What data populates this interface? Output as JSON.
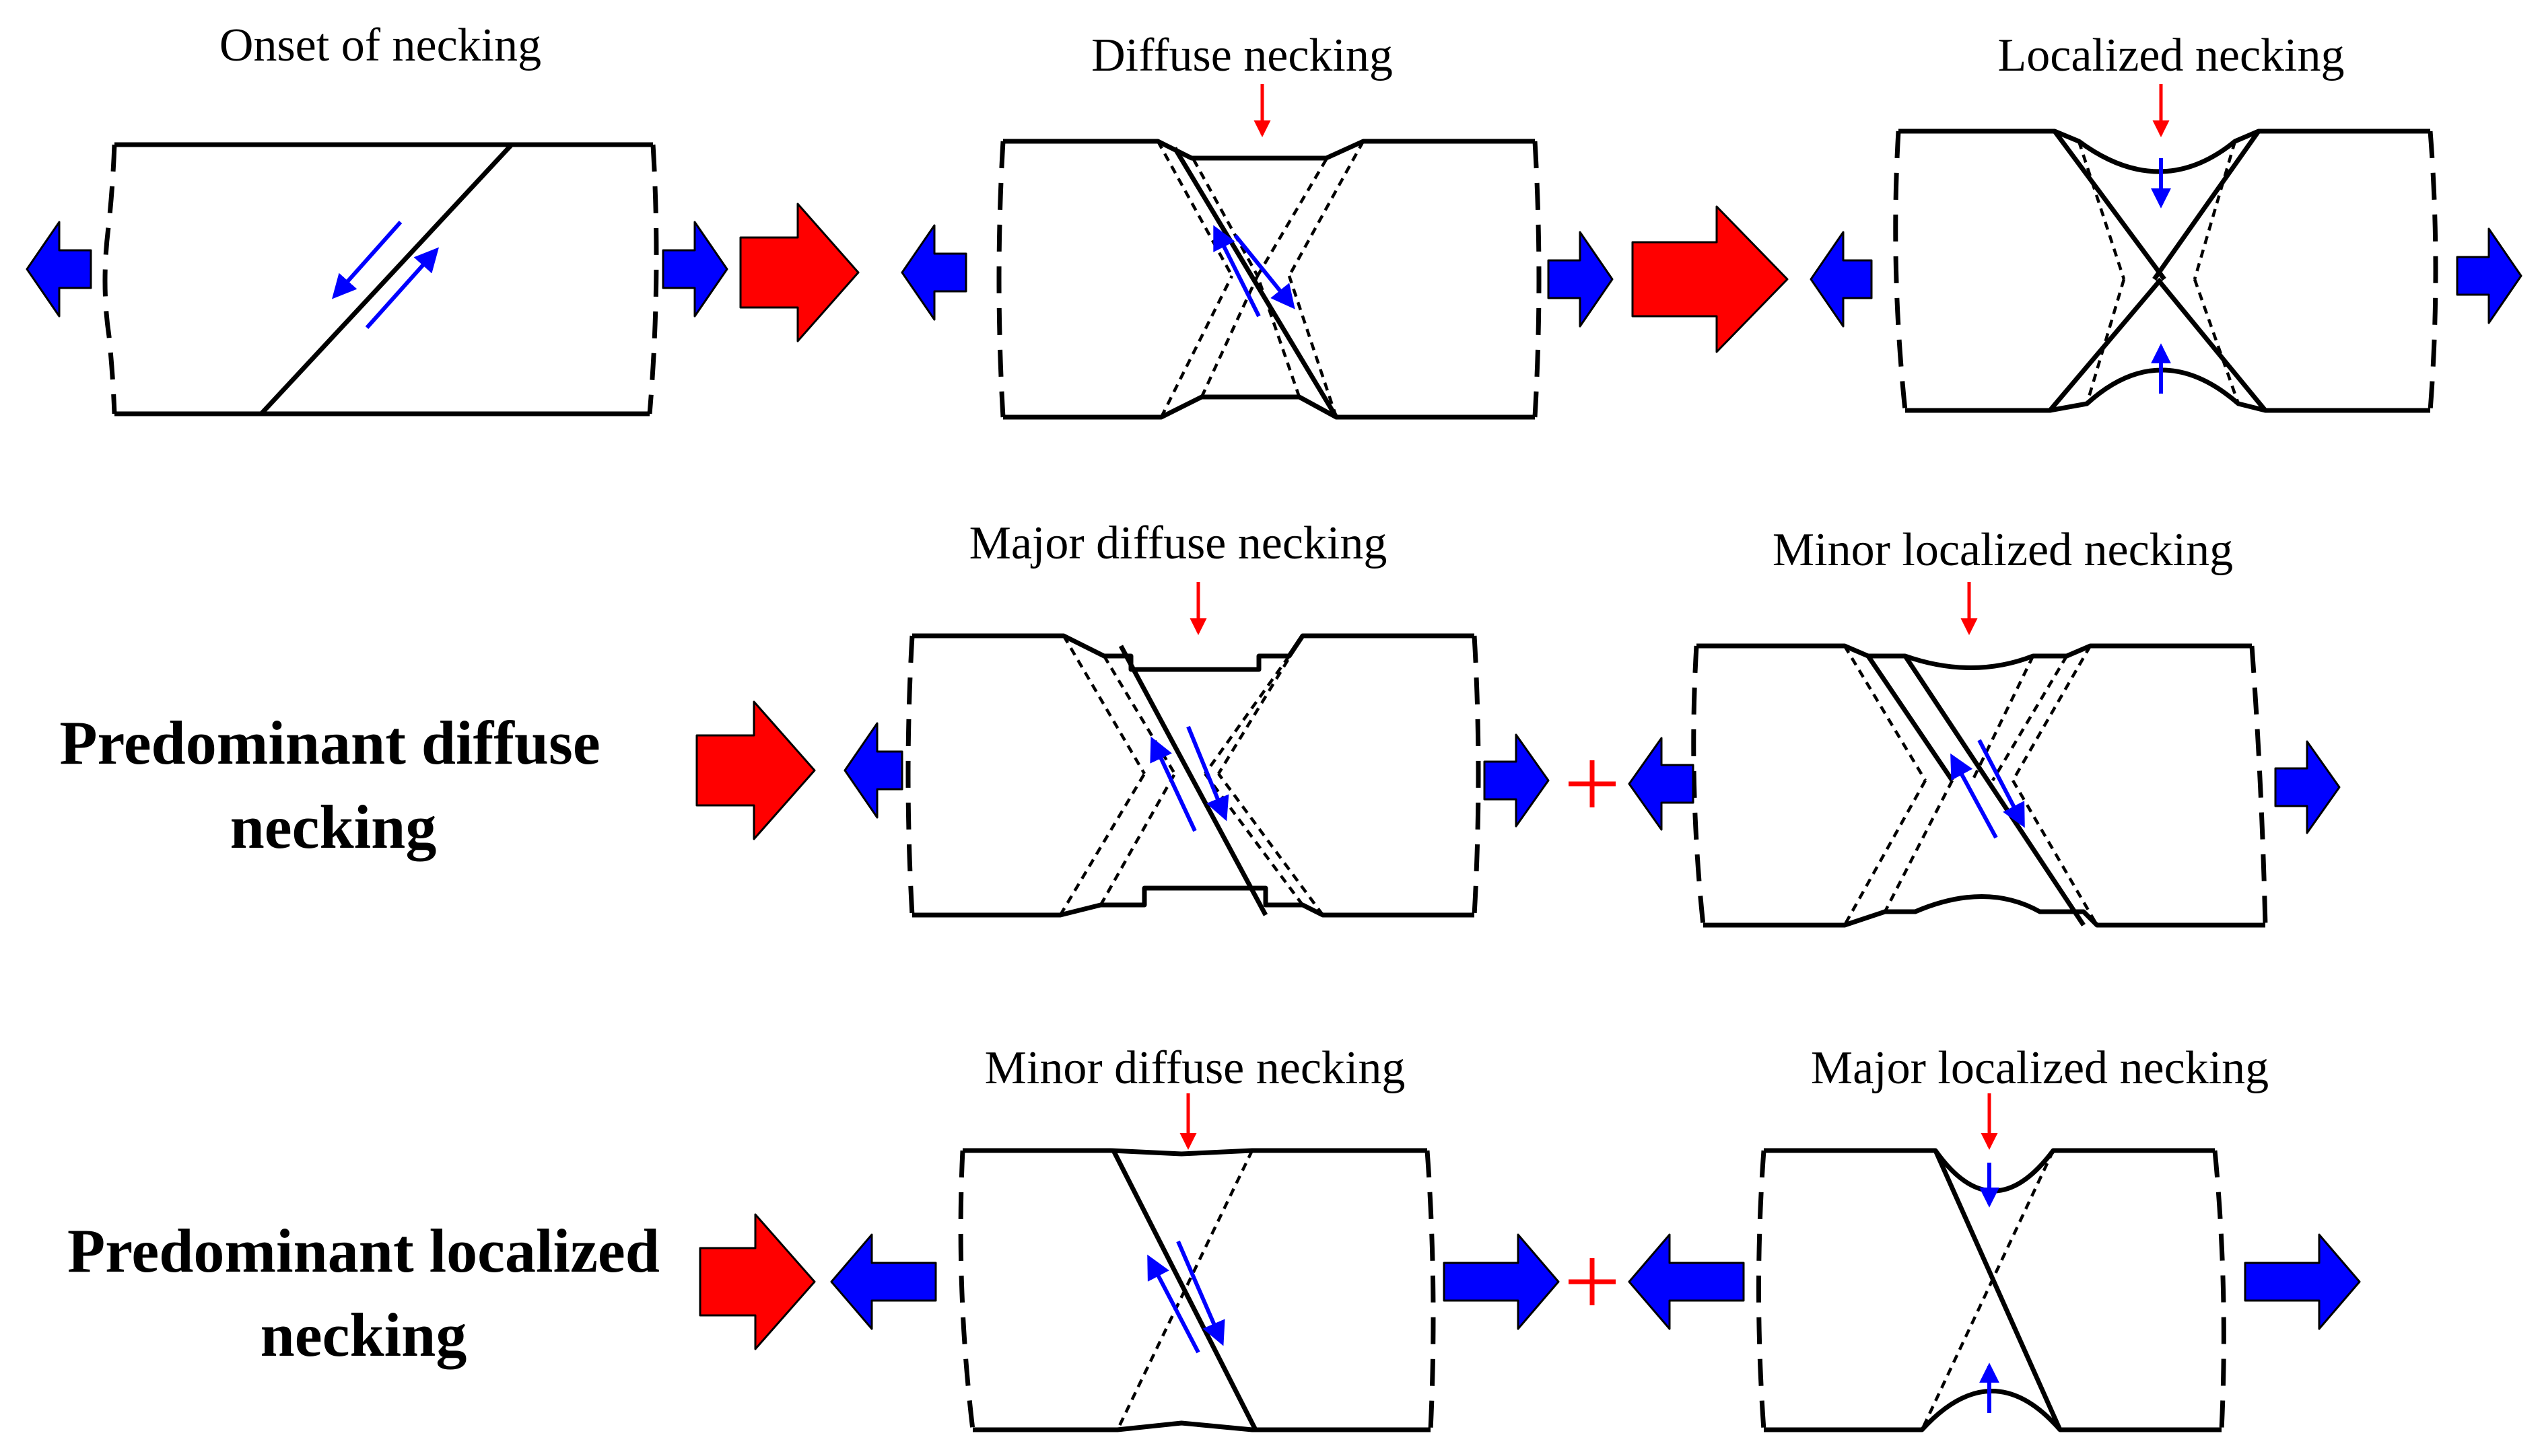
{
  "labels": {
    "onset": "Onset of necking",
    "diffuse": "Diffuse necking",
    "localized": "Localized necking",
    "major_diffuse": "Major diffuse necking",
    "minor_localized": "Minor localized necking",
    "minor_diffuse": "Minor diffuse necking",
    "major_localized": "Major localized necking"
  },
  "row_titles": {
    "predominant_diffuse": [
      "Predominant diffuse",
      "necking"
    ],
    "predominant_localized": [
      "Predominant localized",
      "necking"
    ]
  },
  "colors": {
    "load_arrow": "#0000ff",
    "transition_arrow": "#ff0000",
    "indicator_arrow": "#ff0000",
    "slip_arrow": "#0000ff",
    "plus_sign": "#ff0000",
    "outline": "#000000"
  }
}
